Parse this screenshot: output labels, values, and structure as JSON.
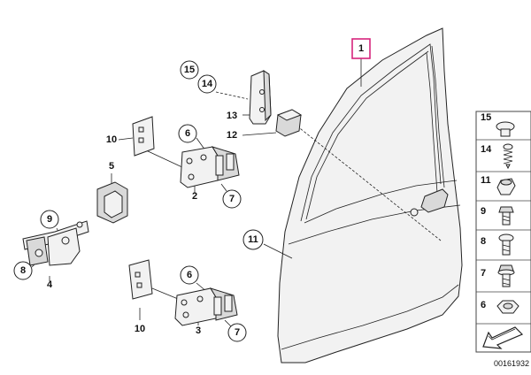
{
  "callouts": {
    "c15": "15",
    "c14": "14",
    "c13": "13",
    "c12": "12",
    "c10a": "10",
    "c6a": "6",
    "c5": "5",
    "c2": "2",
    "c7a": "7",
    "c9": "9",
    "c8": "8",
    "c4": "4",
    "c6b": "6",
    "c10b": "10",
    "c3": "3",
    "c7b": "7",
    "c11": "11",
    "c1": "1"
  },
  "sidebar": {
    "items": [
      {
        "label": "15",
        "icon": "cap-screw-icon"
      },
      {
        "label": "14",
        "icon": "spring-screw-icon"
      },
      {
        "label": "11",
        "icon": "plug-icon"
      },
      {
        "label": "9",
        "icon": "hex-bolt-icon"
      },
      {
        "label": "8",
        "icon": "torx-bolt-icon"
      },
      {
        "label": "7",
        "icon": "flange-bolt-icon"
      },
      {
        "label": "6",
        "icon": "hex-nut-icon"
      }
    ]
  },
  "doc_id": "00161932",
  "colors": {
    "highlight": "#d6247c",
    "line": "#222222"
  }
}
